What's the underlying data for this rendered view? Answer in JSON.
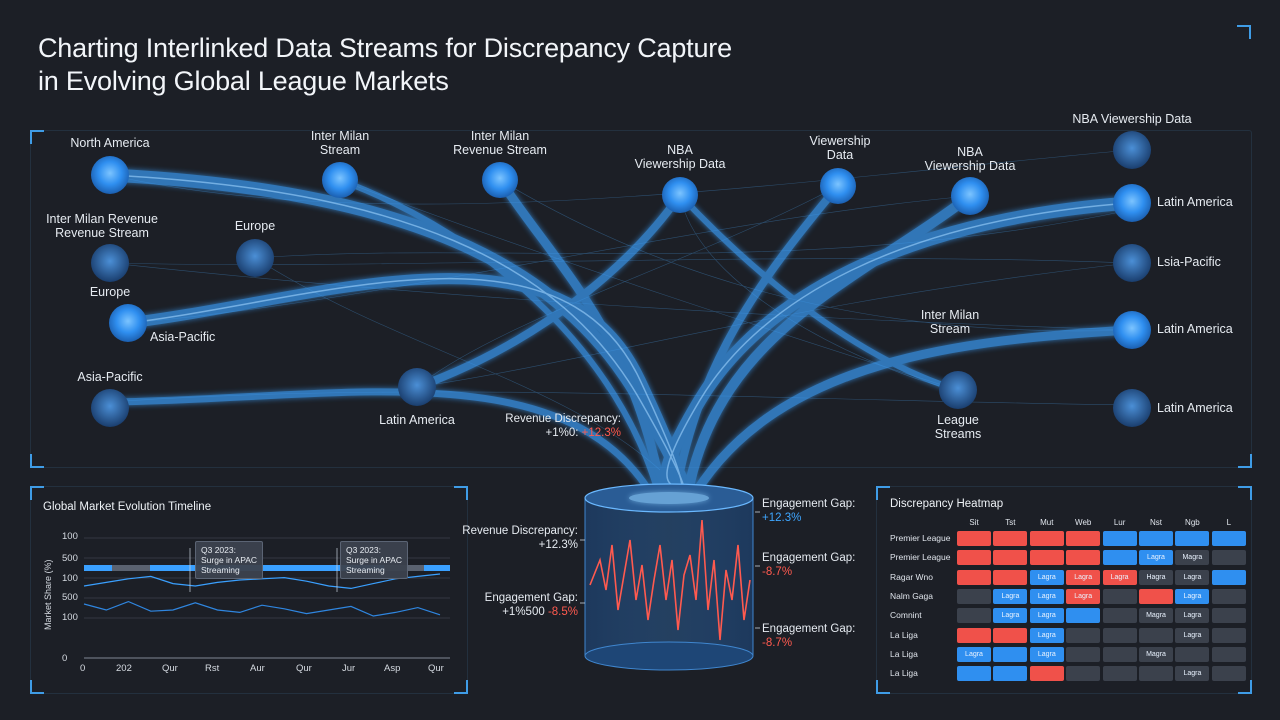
{
  "title_line1": "Charting Interlinked Data Streams for Discrepancy Capture",
  "title_line2": "in Evolving Global League Markets",
  "colors": {
    "background": "#1c1f26",
    "stream_blue": "#3a9cf5",
    "node_blue": "#2f8ff0",
    "discrepancy_red": "#ff5a4f",
    "panel_border": "#3f9ce6"
  },
  "nodes": {
    "north_america": "North America",
    "inter_milan_stream_top": "Inter Milan\nStream",
    "inter_milan_revenue_top": "Inter Milan\nRevenue Stream",
    "nba_center": "NBA\nViewership Data",
    "viewership_top": "Viewership\nData",
    "nba_right": "NBA\nViewership Data",
    "nba_far_right": "NBA Viewership Data",
    "inter_milan_revenue_left": "Inter Milan Revenue\nRevenue Stream",
    "europe_mid": "Europe",
    "europe_left": "Europe",
    "asia_pacific_left_label": "Asia-Pacific",
    "asia_pacific_low": "Asia-Pacific",
    "latin_america_left": "Latin America",
    "latin_america_right1": "Latin America",
    "asia_pacific_right": "Lsia-Pacific",
    "latin_america_right2": "Latin America",
    "inter_milan_stream_right": "Inter Milan\nStream",
    "league_streams": "League\nStreams",
    "latin_america_right3": "Latin America"
  },
  "annotations": {
    "revenue_disc_top": "Revenue Discrepancy:",
    "revenue_disc_top_prefix": "+1%0:",
    "revenue_disc_top_value": "+12.3%",
    "revenue_disc_mid": "Revenue Discrepancy:",
    "revenue_disc_mid_value": "+12.3%",
    "engagement_gap_left": "Engagement Gap:",
    "engagement_gap_left_prefix": "+1%500",
    "engagement_gap_left_value": "-8.5%",
    "engagement_gap_r1": "Engagement Gap:",
    "engagement_gap_r1_value": "+12.3%",
    "engagement_gap_r2": "Engagement Gap:",
    "engagement_gap_r2_value": "-8.7%",
    "engagement_gap_r3": "Engagement Gap:",
    "engagement_gap_r3_value": "-8.7%"
  },
  "timeline": {
    "title": "Global Market Evolution Timeline",
    "ylabel": "Market Share (%)",
    "y_ticks": [
      "100",
      "500",
      "100",
      "500",
      "100",
      "0"
    ],
    "x_ticks": [
      "0",
      "202",
      "Qur",
      "Rst",
      "Aur",
      "Qur",
      "Jur",
      "Asp",
      "Qur"
    ],
    "callout1": "Q3 2023:\nSurge in APAC\nStreaming",
    "callout2": "Q3 2023:\nSurge in APAC\nStreaming",
    "series_a": [
      60,
      63,
      66,
      68,
      62,
      60,
      63,
      65,
      66,
      67,
      64,
      60,
      58,
      62,
      66,
      68,
      70
    ],
    "series_b": [
      45,
      40,
      47,
      39,
      40,
      46,
      40,
      38,
      44,
      41,
      37,
      40,
      43,
      35,
      38,
      42,
      36
    ],
    "band_value": 75
  },
  "heatmap": {
    "title": "Discrepancy Heatmap",
    "columns": [
      "Sit",
      "Tst",
      "Mut",
      "Web",
      "Lur",
      "Nst",
      "Ngb",
      "L"
    ],
    "rows": [
      {
        "label": "Premier League",
        "cells": [
          [
            "r",
            ""
          ],
          [
            "r",
            ""
          ],
          [
            "r",
            ""
          ],
          [
            "r",
            ""
          ],
          [
            "b",
            ""
          ],
          [
            "b",
            ""
          ],
          [
            "b",
            ""
          ],
          [
            "b",
            ""
          ]
        ]
      },
      {
        "label": "Premier League",
        "cells": [
          [
            "r",
            ""
          ],
          [
            "r",
            ""
          ],
          [
            "r",
            ""
          ],
          [
            "r",
            ""
          ],
          [
            "b",
            ""
          ],
          [
            "b",
            "Lagra"
          ],
          [
            "g",
            "Magra"
          ],
          [
            "g",
            ""
          ]
        ]
      },
      {
        "label": "Ragar Wno",
        "cells": [
          [
            "r",
            ""
          ],
          [
            "r",
            ""
          ],
          [
            "b",
            "Lagra"
          ],
          [
            "r",
            "Lagra"
          ],
          [
            "r",
            "Lagra"
          ],
          [
            "g",
            "Hagra"
          ],
          [
            "g",
            "Lagra"
          ],
          [
            "b",
            ""
          ]
        ]
      },
      {
        "label": "Nalm Gaga",
        "cells": [
          [
            "g",
            ""
          ],
          [
            "b",
            "Lagra"
          ],
          [
            "b",
            "Lagra"
          ],
          [
            "r",
            "Lagra"
          ],
          [
            "g",
            ""
          ],
          [
            "r",
            ""
          ],
          [
            "b",
            "Lagra"
          ],
          [
            "g",
            ""
          ]
        ]
      },
      {
        "label": "Comnint",
        "cells": [
          [
            "g",
            ""
          ],
          [
            "b",
            "Lagra"
          ],
          [
            "b",
            "Lagra"
          ],
          [
            "b",
            ""
          ],
          [
            "g",
            ""
          ],
          [
            "g",
            "Magra"
          ],
          [
            "g",
            "Lagra"
          ],
          [
            "g",
            ""
          ]
        ]
      },
      {
        "label": "La Liga",
        "cells": [
          [
            "r",
            ""
          ],
          [
            "r",
            ""
          ],
          [
            "b",
            "Lagra"
          ],
          [
            "g",
            ""
          ],
          [
            "g",
            ""
          ],
          [
            "g",
            ""
          ],
          [
            "g",
            "Lagra"
          ],
          [
            "g",
            ""
          ]
        ]
      },
      {
        "label": "La Liga",
        "cells": [
          [
            "b",
            "Lagra"
          ],
          [
            "b",
            ""
          ],
          [
            "b",
            "Lagra"
          ],
          [
            "g",
            ""
          ],
          [
            "g",
            ""
          ],
          [
            "g",
            "Magra"
          ],
          [
            "g",
            ""
          ],
          [
            "g",
            ""
          ]
        ]
      },
      {
        "label": "La Liga",
        "cells": [
          [
            "b",
            ""
          ],
          [
            "b",
            ""
          ],
          [
            "r",
            ""
          ],
          [
            "g",
            ""
          ],
          [
            "g",
            ""
          ],
          [
            "g",
            ""
          ],
          [
            "g",
            "Lagra"
          ],
          [
            "g",
            ""
          ]
        ]
      }
    ]
  }
}
